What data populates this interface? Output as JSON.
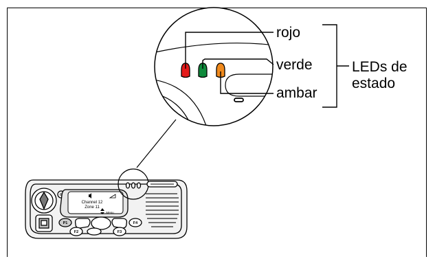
{
  "callouts": {
    "red": "rojo",
    "green": "verde",
    "amber": "ambar",
    "group_line1": "LEDs de",
    "group_line2": "estado"
  },
  "radio_display": {
    "line1": "Channel 12",
    "line2": "Zone 11",
    "menu": "Menu"
  },
  "keys": {
    "p1": "P1",
    "f2": "F2",
    "f3": "F3",
    "f4": "F4"
  },
  "colors": {
    "red_led": "#e41b1b",
    "green_led": "#0f8a3c",
    "amber_led": "#f08a1d"
  }
}
